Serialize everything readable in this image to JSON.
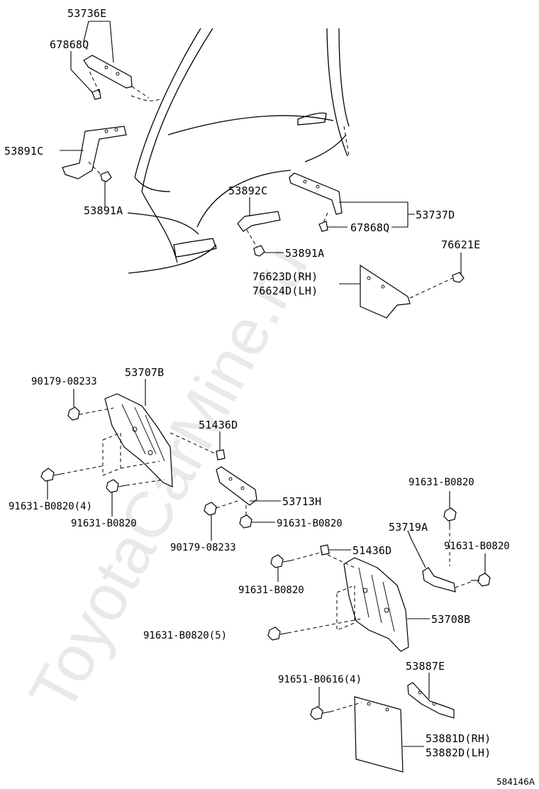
{
  "watermark": "ToyotaCarMine.ru",
  "diagram_code": "584146A",
  "labels": {
    "p53736E": "53736E",
    "p67868Q_top": "67868Q",
    "p53891C": "53891C",
    "p53891A_left": "53891A",
    "p53892C": "53892C",
    "p53891A_mid": "53891A",
    "p53737D": "53737D",
    "p67868Q_right": "67868Q",
    "p76621E": "76621E",
    "p76623D": "76623D(RH)",
    "p76624D": "76624D(LH)",
    "p90179_top": "90179-08233",
    "p53707B": "53707B",
    "p51436D_top": "51436D",
    "p91631_4": "91631-B0820(4)",
    "p91631_a": "91631-B0820",
    "p53713H": "53713H",
    "p91631_b": "91631-B0820",
    "p90179_bot": "90179-08233",
    "p91631_c": "91631-B0820",
    "p53719A": "53719A",
    "p91631_d": "91631-B0820",
    "p51436D_bot": "51436D",
    "p91631_e": "91631-B0820",
    "p53708B": "53708B",
    "p91631_5": "91631-B0820(5)",
    "p53887E": "53887E",
    "p91651": "91651-B0616(4)",
    "p53881D": "53881D(RH)",
    "p53882D": "53882D(LH)"
  }
}
